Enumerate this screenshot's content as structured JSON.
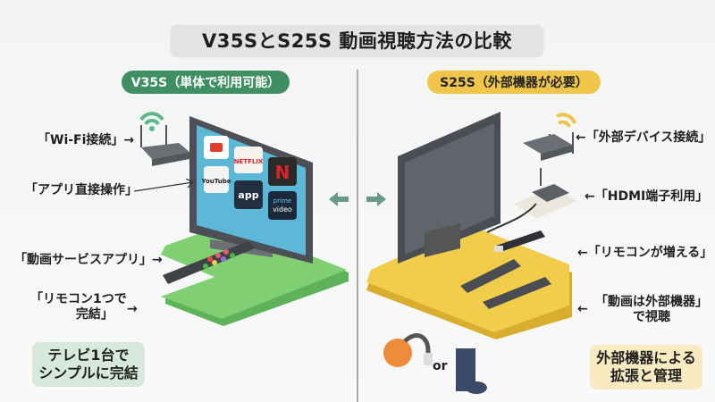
{
  "title": "V35SとS25S 動画視聴方法の比較",
  "left": {
    "header": "V35S（単体で利用可能）",
    "color": "#3f8f63",
    "platform_color": "#7ccc6e",
    "labels": {
      "wifi": "「Wi-Fi接続」→",
      "app": "「アプリ直接操作」",
      "service": "「動画サービスアプリ」→",
      "remote_line1": "「リモコン1つで",
      "remote_line2": "完結」"
    },
    "apps": [
      "YouTube (icon)",
      "NETFLIX",
      "N",
      "YouTube",
      "app",
      "prime video"
    ],
    "app_text": {
      "netflix": "NETFLIX",
      "n": "N",
      "youtube": "YouTube",
      "app": "app",
      "prime1": "prime",
      "prime2": "video"
    },
    "summary_line1": "テレビ1台で",
    "summary_line2": "シンプルに完結"
  },
  "right": {
    "header": "S25S（外部機器が必要）",
    "color": "#efc54a",
    "platform_color": "#f0c94a",
    "labels": {
      "device": "←「外部デバイス接続」",
      "hdmi": "←「HDMI端子利用」",
      "remote": "←「リモコンが増える」",
      "external_line1": "「動画は外部機器」",
      "external_line2": "で視聴",
      "or": "or"
    },
    "summary_line1": "外部機器による",
    "summary_line2": "拡張と管理"
  },
  "center": {
    "arrow_left": "←",
    "arrow_right": "→",
    "arrow_color": "#6a9a87"
  }
}
